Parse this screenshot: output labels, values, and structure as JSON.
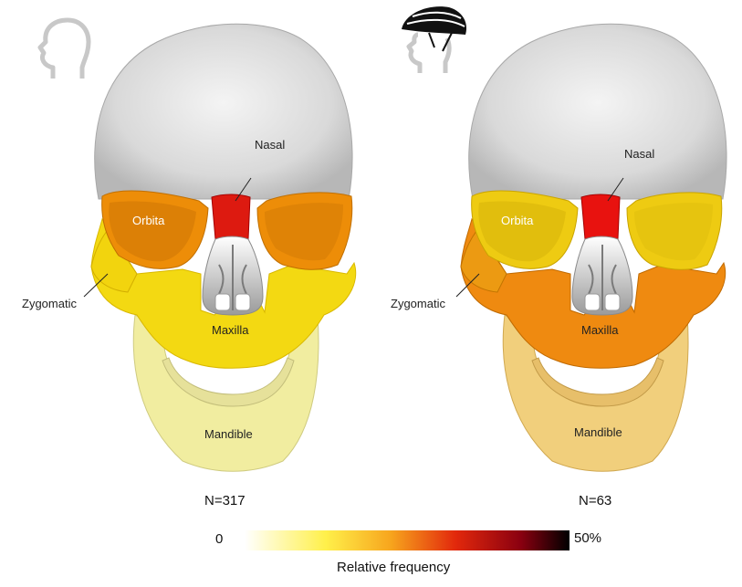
{
  "left_panel": {
    "labels": {
      "nasal": "Nasal",
      "orbita": "Orbita",
      "zygomatic": "Zygomatic",
      "maxilla": "Maxilla",
      "mandible": "Mandible"
    },
    "n_label": "N=317",
    "icon": "head-profile-icon",
    "colors": {
      "nasal": "#dd1a10",
      "orbita": "#ed8d08",
      "zygomatic": "#f2d40e",
      "maxilla": "#f3d912",
      "mandible": "#f1eda0"
    }
  },
  "right_panel": {
    "labels": {
      "nasal": "Nasal",
      "orbita": "Orbita",
      "zygomatic": "Zygomatic",
      "maxilla": "Maxilla",
      "mandible": "Mandible"
    },
    "n_label": "N=63",
    "icon": "head-with-helmet-icon",
    "colors": {
      "nasal": "#e8120f",
      "orbita": "#eecb12",
      "zygomatic": "#ec9a12",
      "maxilla": "#ef8a10",
      "mandible": "#f1cf7c"
    }
  },
  "scale": {
    "min_label": "0",
    "max_label": "50%",
    "title": "Relative frequency",
    "gradient_colors": [
      "#ffffff",
      "#fff04a",
      "#f7a51d",
      "#e2280c",
      "#8a0010",
      "#000000"
    ]
  }
}
